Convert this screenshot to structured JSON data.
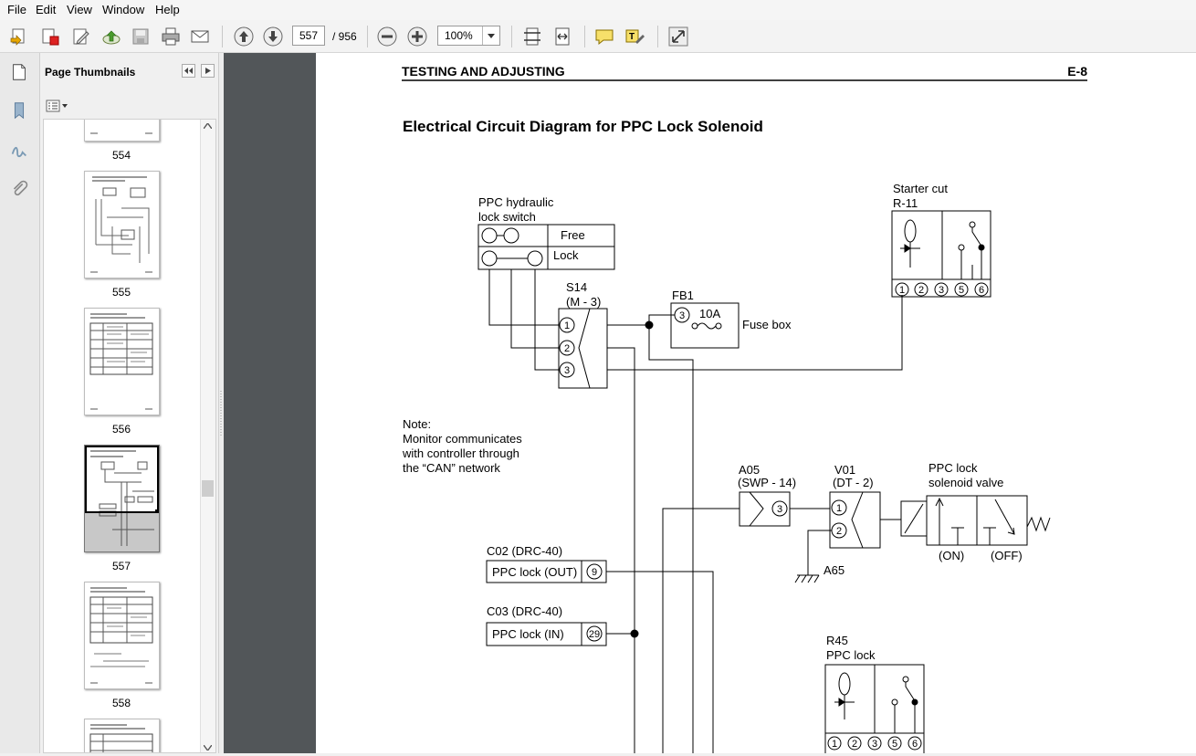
{
  "menu": [
    "File",
    "Edit",
    "View",
    "Window",
    "Help"
  ],
  "toolbar": {
    "current_page": "557",
    "page_total": "/ 956",
    "zoom": "100%",
    "icons": [
      "create-pdf-icon",
      "export-icon",
      "edit-icon",
      "upload-icon",
      "save-icon",
      "print-icon",
      "email-icon",
      "prev-page-icon",
      "next-page-icon",
      "zoom-out-icon",
      "zoom-in-icon",
      "fit-page-icon",
      "fit-width-icon",
      "comment-icon",
      "highlight-icon",
      "fullscreen-icon"
    ]
  },
  "panel": {
    "title": "Page Thumbnails",
    "thumbnails": [
      {
        "label": "554"
      },
      {
        "label": "555"
      },
      {
        "label": "556"
      },
      {
        "label": "557",
        "selected": true
      },
      {
        "label": "558"
      }
    ]
  },
  "document": {
    "header_left": "TESTING AND ADJUSTING",
    "header_right": "E-8",
    "title": "Electrical Circuit Diagram for PPC Lock Solenoid",
    "diagram": {
      "lock_switch_label_1": "PPC hydraulic",
      "lock_switch_label_2": "lock switch",
      "switch_free": "Free",
      "switch_lock": "Lock",
      "s14_label_1": "S14",
      "s14_label_2": "(M - 3)",
      "pin_1": "1",
      "pin_2": "2",
      "pin_3": "3",
      "fb1_label": "FB1",
      "fb1_pin": "3",
      "fb1_rating": "10A",
      "fuse_box": "Fuse box",
      "starter_cut_1": "Starter cut",
      "starter_cut_2": "R-11",
      "relay_pins": [
        "1",
        "2",
        "3",
        "5",
        "6"
      ],
      "note_1": "Note:",
      "note_2": "Monitor communicates",
      "note_3": "with controller through",
      "note_4": "the “CAN” network",
      "a05_label_1": "A05",
      "a05_label_2": "(SWP - 14)",
      "a05_pin": "3",
      "v01_label_1": "V01",
      "v01_label_2": "(DT - 2)",
      "v01_pin_1": "1",
      "v01_pin_2": "2",
      "valve_label_1": "PPC lock",
      "valve_label_2": "solenoid valve",
      "valve_on": "(ON)",
      "valve_off": "(OFF)",
      "a65_label": "A65",
      "c02_label": "C02 (DRC-40)",
      "c02_text": "PPC lock (OUT)",
      "c02_pin": "9",
      "c03_label": "C03 (DRC-40)",
      "c03_text": "PPC lock (IN)",
      "c03_pin": "29",
      "r45_label_1": "R45",
      "r45_label_2": "PPC lock"
    }
  }
}
